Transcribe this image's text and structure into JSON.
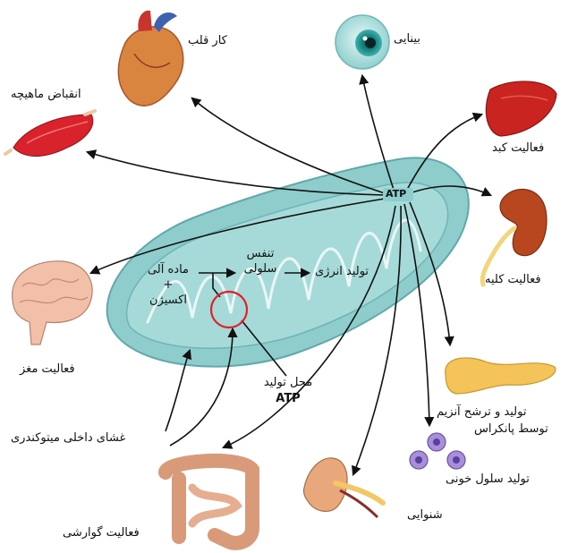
{
  "hub": {
    "label": "ATP"
  },
  "organs": {
    "heart": "کار قلب",
    "muscle": "انقباض ماهیچه",
    "eye": "بینایی",
    "liver": "فعالیت کبد",
    "kidney": "فعالیت کلیه",
    "brain": "فعالیت مغز",
    "pancreas_line1": "تولید و ترشح آنزیم",
    "pancreas_line2": "توسط پانکراس",
    "blood": "تولید سلول خونی",
    "ear": "شنوایی",
    "gut": "فعالیت گوارشی"
  },
  "process": {
    "substrate_line1": "ماده آلی",
    "plus": "+",
    "substrate_line2": "اکسیژن",
    "resp_line1": "تنفس",
    "resp_line2": "سلولی",
    "energy": "تولید انرژی",
    "site_line1": "محل تولید",
    "site_line2": "ATP",
    "membrane": "غشای داخلی میتوکندری"
  },
  "colors": {
    "mito_outer": "#8fcdcc",
    "mito_inner": "#6bb5b8",
    "arrow": "#111111",
    "circle": "#e0202a"
  }
}
